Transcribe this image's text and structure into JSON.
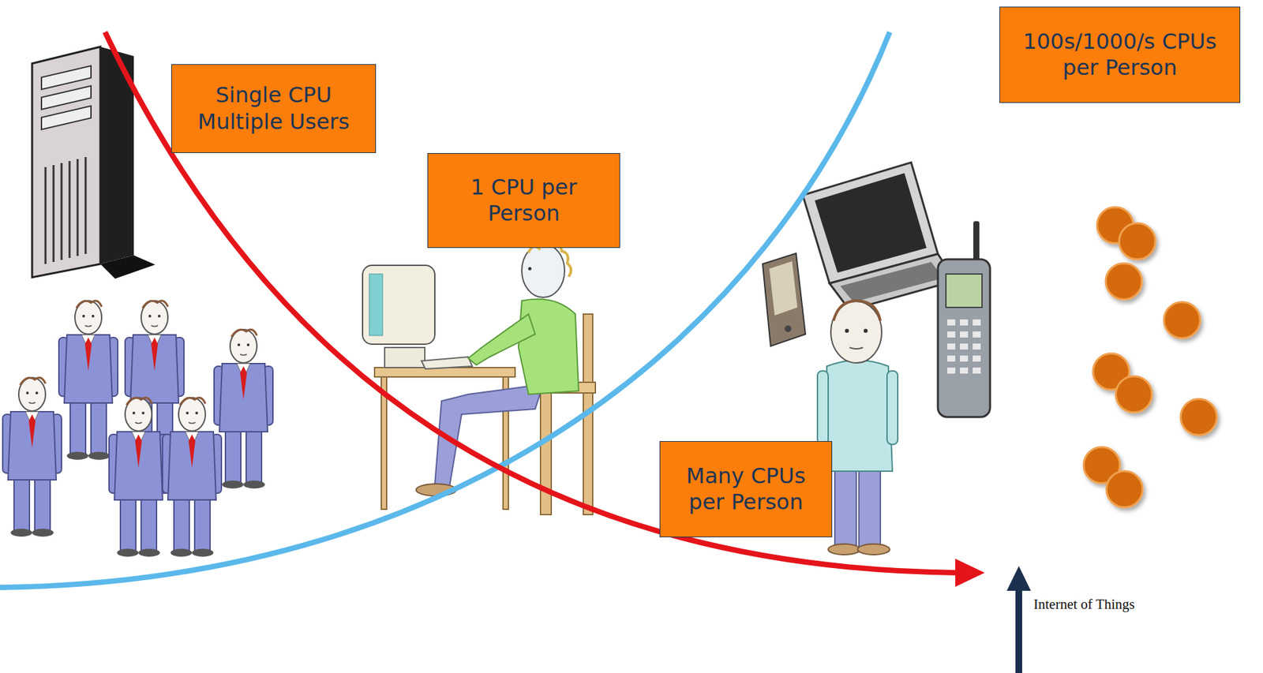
{
  "diagram": {
    "nodes": [
      {
        "text": [
          "Single CPU Multiple Users"
        ]
      },
      {
        "text": [
          "1 CPU per Person"
        ]
      },
      {
        "text": [
          "Many CPUs per Person"
        ]
      },
      {
        "text": [
          "100s/1000/s CPUs per Person"
        ]
      }
    ],
    "labels": [
      "Internet of Things"
    ]
  }
}
